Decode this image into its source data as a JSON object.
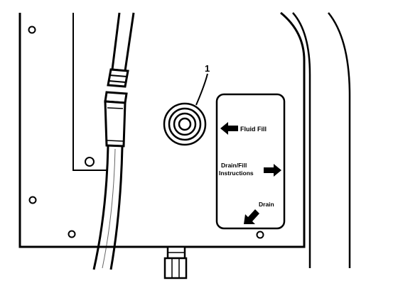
{
  "callout": {
    "number": "1"
  },
  "decal": {
    "fluid_fill": "Fluid Fill",
    "drain_line1": "Drain/Fill",
    "drain_line2": "Instructions",
    "drain": "Drain"
  },
  "colors": {
    "ink": "#000000",
    "paper": "#ffffff"
  }
}
